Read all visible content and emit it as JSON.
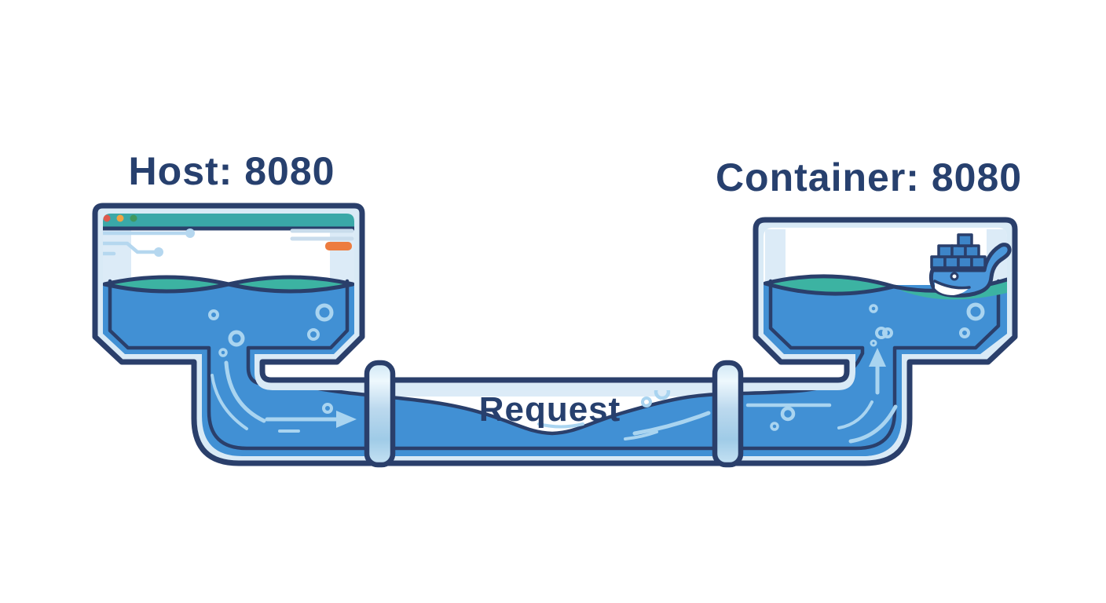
{
  "labels": {
    "host": "Host: 8080",
    "container": "Container: 8080",
    "request": "Request"
  },
  "icons": {
    "browser_window": "host-browser-window",
    "docker_whale": "docker-whale",
    "flow_arrow_right": "arrow-right",
    "flow_arrow_up": "arrow-up"
  },
  "colors": {
    "navy": "#2a3f6b",
    "text_navy": "#27406e",
    "water": "#4190d4",
    "water_light": "#4b97da",
    "teal": "#3cb3a2",
    "titlebar_teal": "#3aa8a8",
    "glass": "#d9eaf6",
    "strip": "#dcebf7",
    "flow_light": "#a9d4f0",
    "deco_blue": "#b5d7ef",
    "deco_gray": "#c9dcec",
    "accent_orange": "#ed7c3f",
    "dot_red": "#df5a4e",
    "dot_orange": "#f0a444",
    "dot_green": "#41985f",
    "container_blue": "#3d85c8",
    "background": "#ffffff"
  }
}
